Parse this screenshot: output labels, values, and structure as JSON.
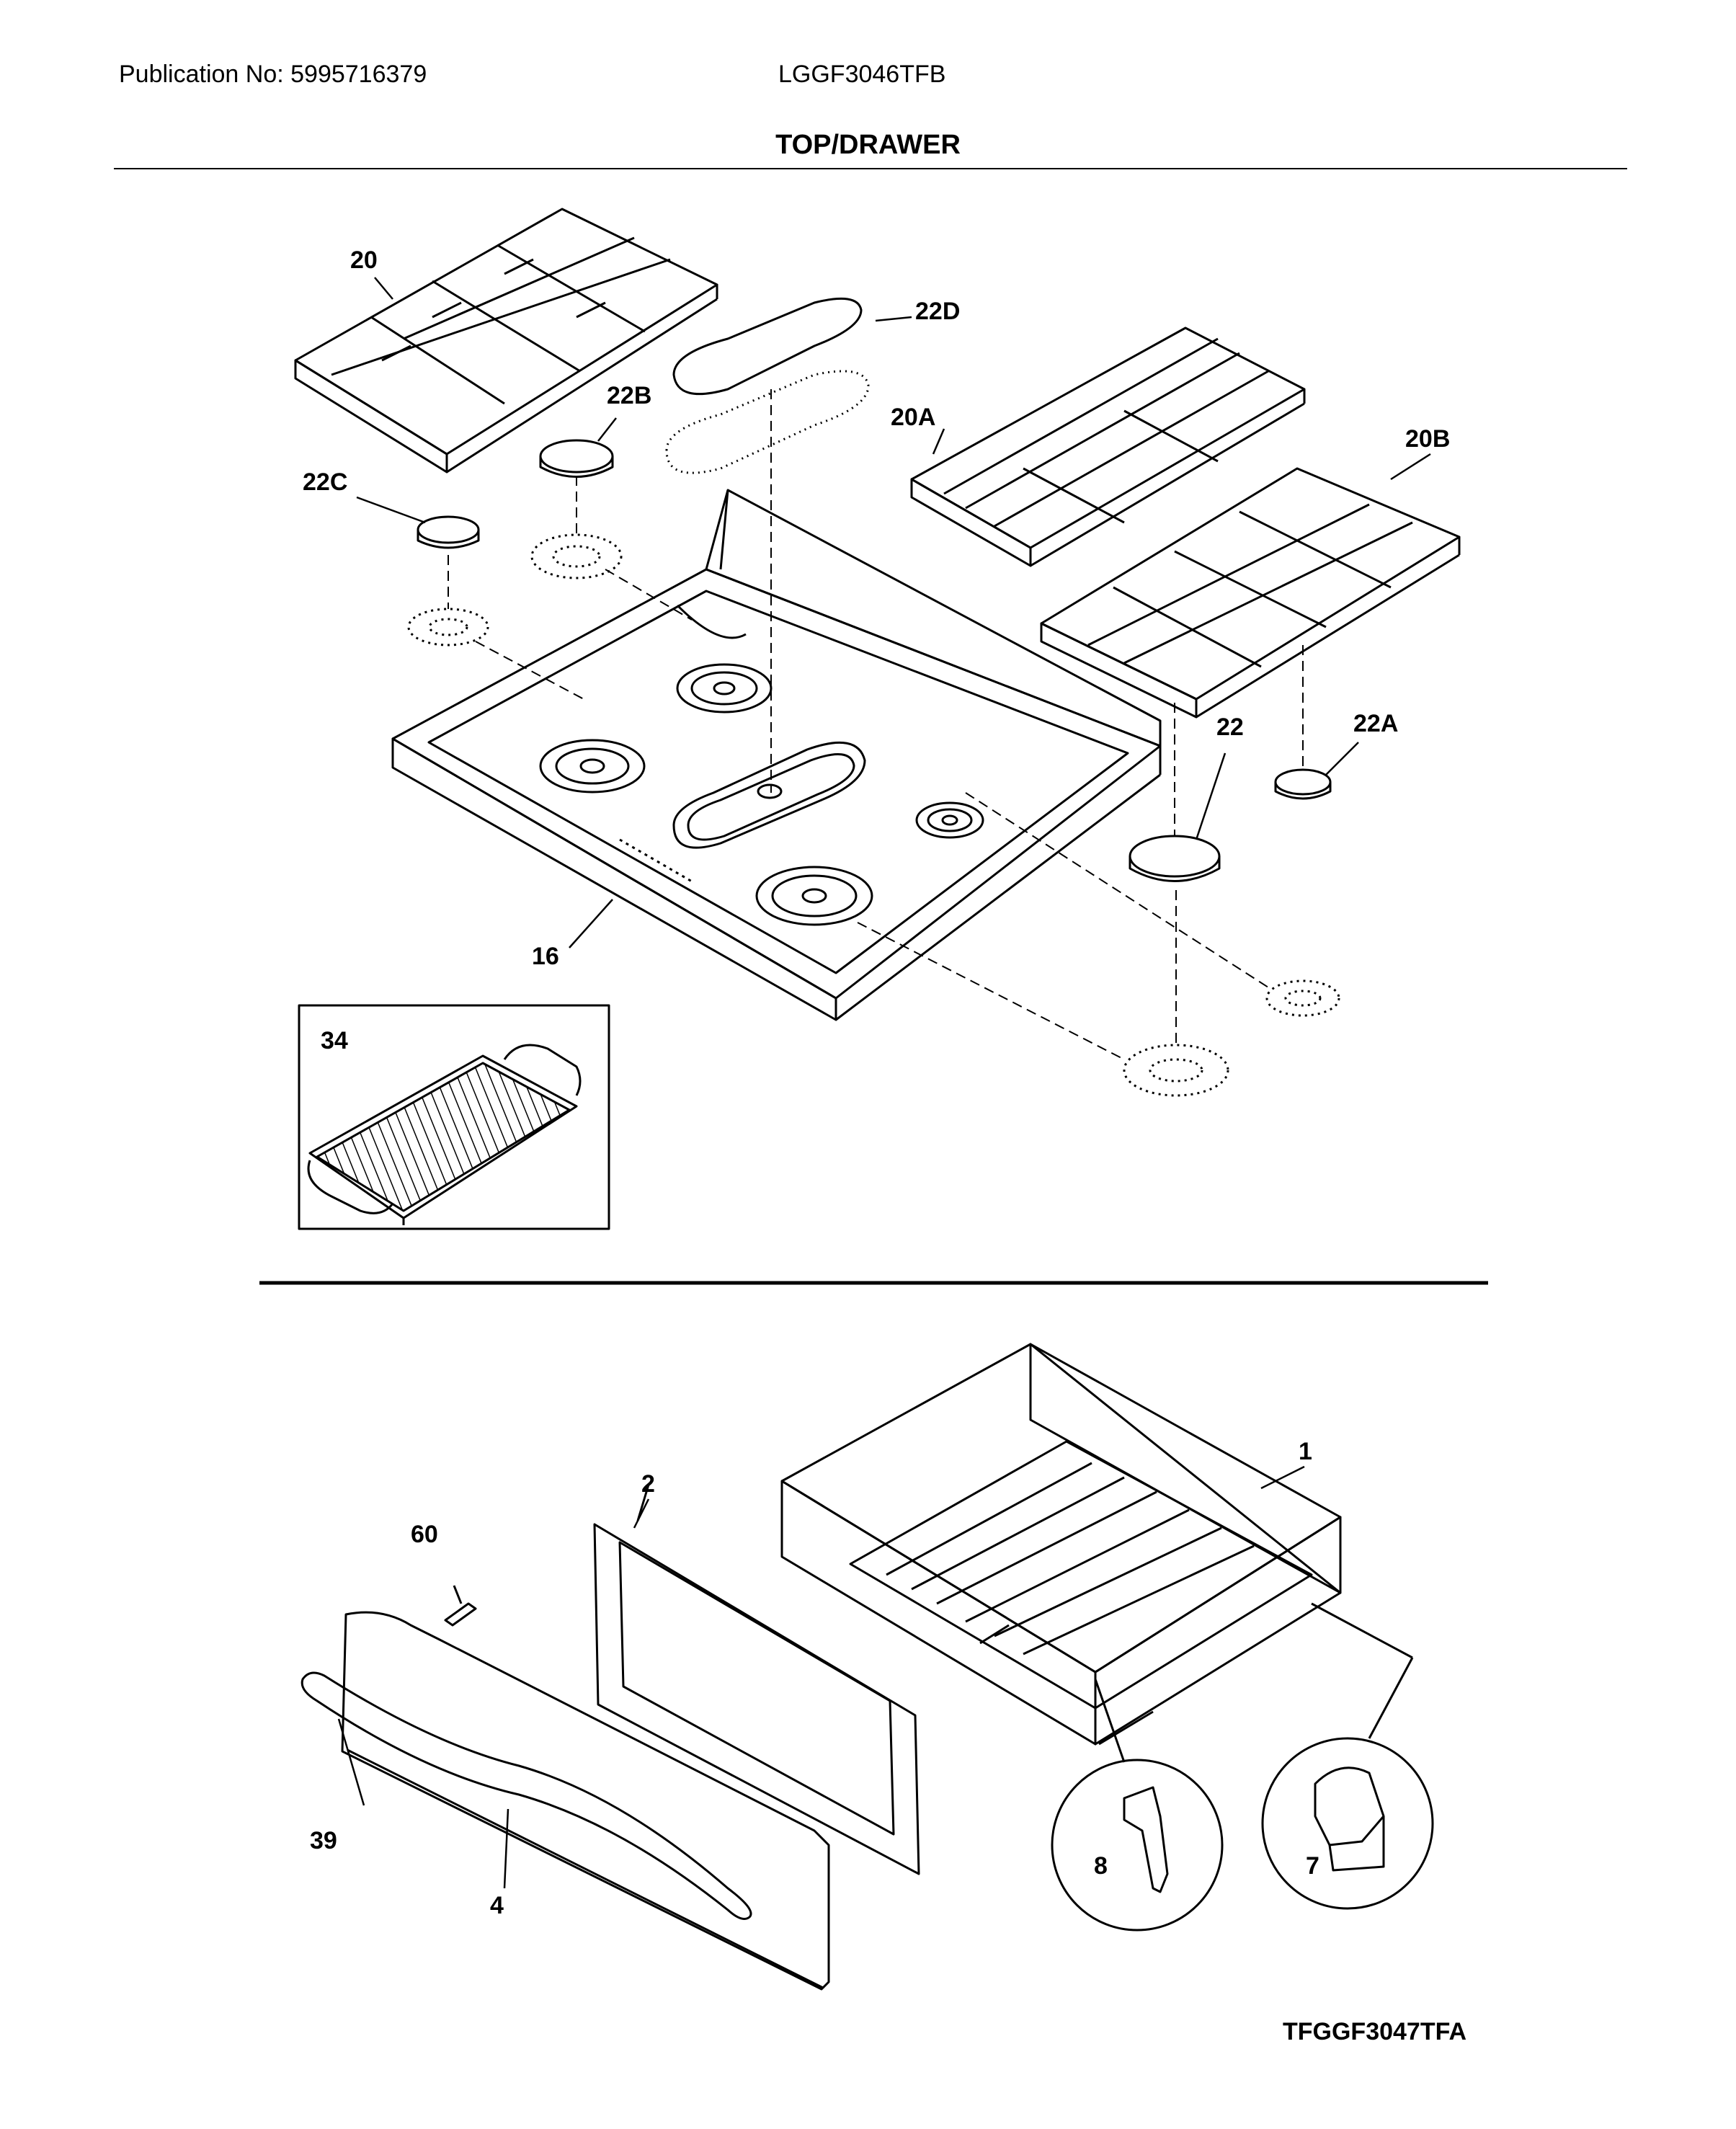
{
  "header": {
    "publication": "Publication No: 5995716379",
    "model": "LGGF3046TFB",
    "section_title": "TOP/DRAWER"
  },
  "callouts": {
    "c20": "20",
    "c22D": "22D",
    "c22B": "22B",
    "c20A": "20A",
    "c22C": "22C",
    "c20B": "20B",
    "c22": "22",
    "c22A": "22A",
    "c16": "16",
    "c34": "34",
    "c1": "1",
    "c2": "2",
    "c60": "60",
    "c39": "39",
    "c4": "4",
    "c8": "8",
    "c7": "7"
  },
  "parts": [
    {
      "name": "grate-20"
    },
    {
      "name": "griddle-cap-22D"
    },
    {
      "name": "burner-cap-22B"
    },
    {
      "name": "grate-20A"
    },
    {
      "name": "burner-cap-22C"
    },
    {
      "name": "grate-20B"
    },
    {
      "name": "burner-cap-22"
    },
    {
      "name": "burner-cap-22A"
    },
    {
      "name": "cooktop-16"
    },
    {
      "name": "griddle-34"
    },
    {
      "name": "drawer-1"
    },
    {
      "name": "drawer-panel-2"
    },
    {
      "name": "screw-60"
    },
    {
      "name": "handle-39"
    },
    {
      "name": "drawer-front-4"
    },
    {
      "name": "slide-clip-8"
    },
    {
      "name": "bracket-7"
    }
  ],
  "footer": {
    "diagram_code": "TFGGF3047TFA"
  }
}
